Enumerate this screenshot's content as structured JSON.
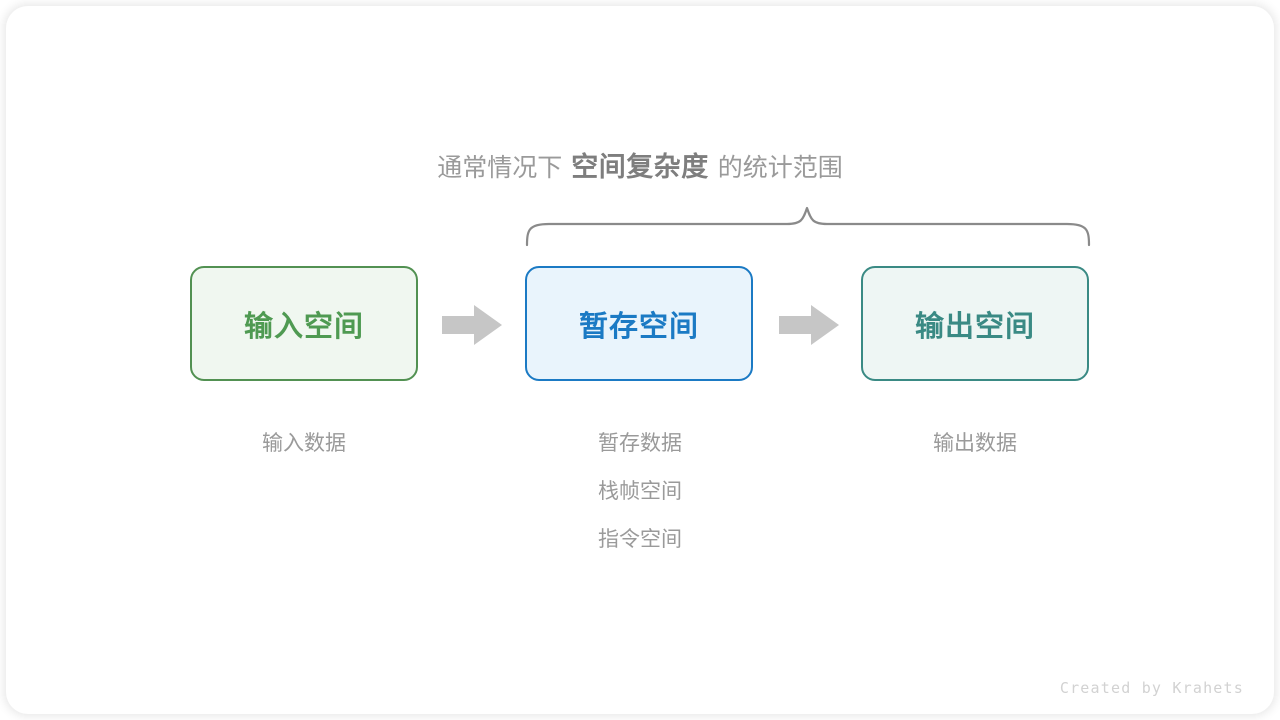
{
  "heading": {
    "prefix": "通常情况下",
    "emphasis": "空间复杂度",
    "suffix": "的统计范围"
  },
  "boxes": [
    {
      "id": "input",
      "label": "输入空间",
      "border_color": "#529152",
      "fill_color": "#f0f7f0",
      "text_color": "#4f9a52"
    },
    {
      "id": "temp",
      "label": "暂存空间",
      "border_color": "#1b7ac4",
      "fill_color": "#e9f4fc",
      "text_color": "#1b7ac4"
    },
    {
      "id": "output",
      "label": "输出空间",
      "border_color": "#3a8a84",
      "fill_color": "#eef6f4",
      "text_color": "#3a8a84"
    }
  ],
  "arrows": [
    {
      "id": "arrow-1",
      "icon": "arrow-right-icon",
      "color": "#c6c6c6"
    },
    {
      "id": "arrow-2",
      "icon": "arrow-right-icon",
      "color": "#c6c6c6"
    }
  ],
  "captions": {
    "input": [
      "输入数据"
    ],
    "temp": [
      "暂存数据",
      "栈帧空间",
      "指令空间"
    ],
    "output": [
      "输出数据"
    ]
  },
  "brace": {
    "icon": "curly-brace-icon",
    "color": "#8a8a8a",
    "covers": [
      "暂存空间",
      "输出空间"
    ]
  },
  "watermark": "Created by Krahets",
  "colors": {
    "background": "#ffffff",
    "page_surround": "#ffffff",
    "muted_text": "#9a9a9a",
    "emphasis_text": "#7e7e7e",
    "watermark_text": "#d2d2d2"
  }
}
